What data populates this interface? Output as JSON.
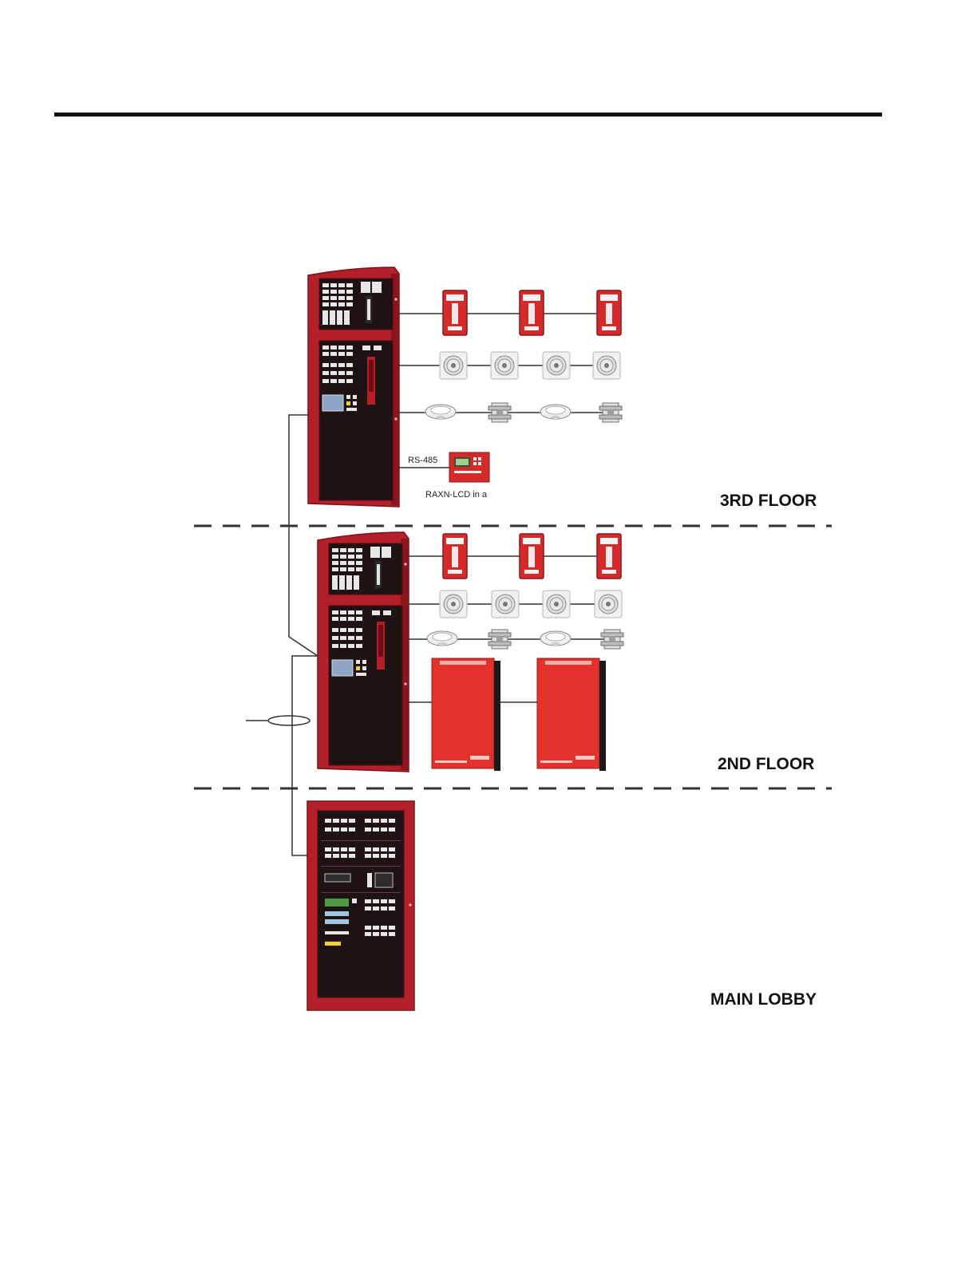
{
  "labels": {
    "floor3": "3RD FLOOR",
    "floor2": "2ND FLOOR",
    "lobby": "MAIN LOBBY",
    "rs485": "RS-485",
    "annunciator": "RAXN-LCD in a"
  },
  "colors": {
    "cabinet_red": "#b3202a",
    "cabinet_dark": "#8c141c",
    "panel_black": "#1e1212",
    "device_red": "#d42a2a",
    "power_supply_red": "#e4312c",
    "line": "#333333"
  },
  "icons": [
    "fire-alarm-cabinet-icon",
    "pull-station-icon",
    "speaker-strobe-icon",
    "smoke-detector-icon",
    "control-module-icon",
    "annunciator-icon",
    "power-supply-icon"
  ]
}
